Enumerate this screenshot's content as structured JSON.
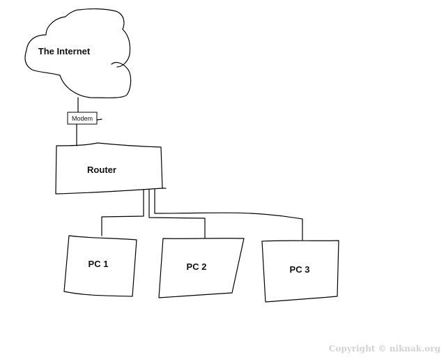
{
  "diagram": {
    "internet_label": "The Internet",
    "modem_label": "Modem",
    "router_label": "Router",
    "pcs": [
      {
        "label": "PC 1"
      },
      {
        "label": "PC 2"
      },
      {
        "label": "PC 3"
      }
    ]
  },
  "footer": {
    "copyright": "Copyright © niknak.org"
  }
}
